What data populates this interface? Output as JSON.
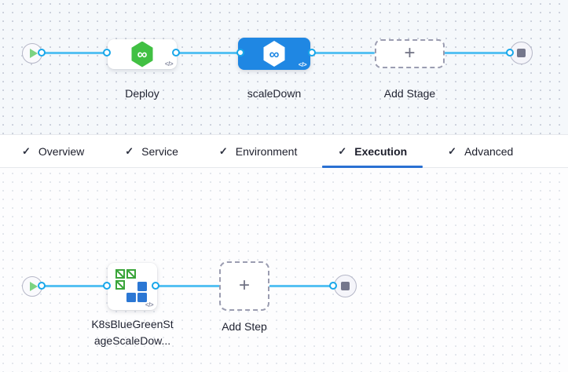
{
  "icons": {
    "check": "✓",
    "plus": "+",
    "infinity": "∞",
    "code": "</>"
  },
  "colors": {
    "selected_node_blue": "#1f87e3",
    "edge_blue": "#57c1f2",
    "port_ring_blue": "#18a7ea",
    "cd_hex_green": "#41c043",
    "tab_underline_blue": "#2a70d2",
    "k8s_green": "#3aa53a",
    "k8s_blue": "#2b77d4"
  },
  "stage_graph": {
    "nodes": [
      {
        "label": "Deploy",
        "selected": false
      },
      {
        "label": "scaleDown",
        "selected": true
      }
    ],
    "add_stage_label": "Add Stage"
  },
  "tabs": [
    {
      "label": "Overview",
      "checked": true,
      "active": false
    },
    {
      "label": "Service",
      "checked": true,
      "active": false
    },
    {
      "label": "Environment",
      "checked": true,
      "active": false
    },
    {
      "label": "Execution",
      "checked": true,
      "active": true
    },
    {
      "label": "Advanced",
      "checked": true,
      "active": false
    }
  ],
  "execution_graph": {
    "step_label_lines": [
      "K8sBlueGreenSt",
      "ageScaleDow..."
    ],
    "add_step_label": "Add Step"
  }
}
